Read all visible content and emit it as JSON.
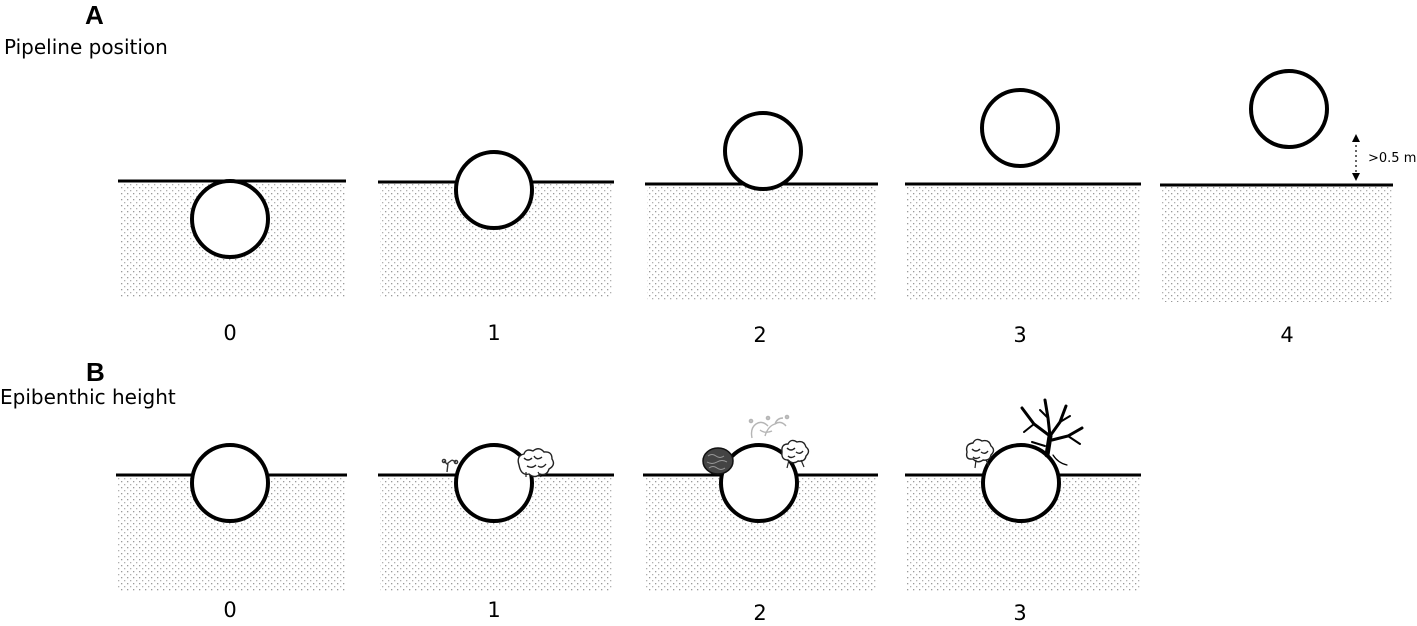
{
  "panel_a": {
    "letter": "A",
    "title": "Pipeline position",
    "scores": [
      "0",
      "1",
      "2",
      "3",
      "4"
    ],
    "dimension_label": ">0.5 m"
  },
  "panel_b": {
    "letter": "B",
    "title": "Epibenthic height",
    "scores": [
      "0",
      "1",
      "2",
      "3"
    ]
  },
  "colors": {
    "line": "#000000",
    "sediment_dot": "#9a9a9a",
    "background": "#ffffff"
  }
}
